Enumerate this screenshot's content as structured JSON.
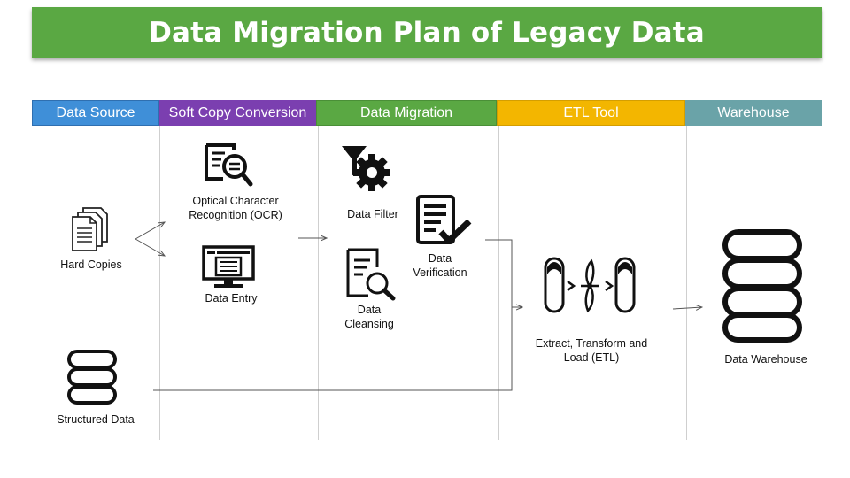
{
  "title": "Data Migration Plan of Legacy Data",
  "lanes": [
    {
      "label": "Data Source",
      "color": "#3f8fd8"
    },
    {
      "label": "Soft Copy Conversion",
      "color": "#7b3fb0"
    },
    {
      "label": "Data Migration",
      "color": "#5aa843"
    },
    {
      "label": "ETL Tool",
      "color": "#f3b600"
    },
    {
      "label": "Warehouse",
      "color": "#6aa3a8"
    }
  ],
  "nodes": {
    "hard_copies": "Hard Copies",
    "structured_data": "Structured Data",
    "ocr_line1": "Optical Character",
    "ocr_line2": "Recognition (OCR)",
    "data_entry": "Data Entry",
    "data_filter": "Data Filter",
    "data_cleansing_line1": "Data",
    "data_cleansing_line2": "Cleansing",
    "data_verification_line1": "Data",
    "data_verification_line2": "Verification",
    "etl_line1": "Extract, Transform and",
    "etl_line2": "Load (ETL)",
    "data_warehouse": "Data Warehouse"
  },
  "icons": {
    "hard_copies": "documents-icon",
    "structured_data": "database-icon",
    "ocr": "document-search-icon",
    "data_entry": "monitor-form-icon",
    "data_filter": "filter-gear-icon",
    "data_cleansing": "document-magnifier-icon",
    "data_verification": "document-check-icon",
    "etl": "etl-pipeline-icon",
    "data_warehouse": "database-icon"
  },
  "colors": {
    "title_bg": "#5aa843",
    "connector": "#555555"
  }
}
